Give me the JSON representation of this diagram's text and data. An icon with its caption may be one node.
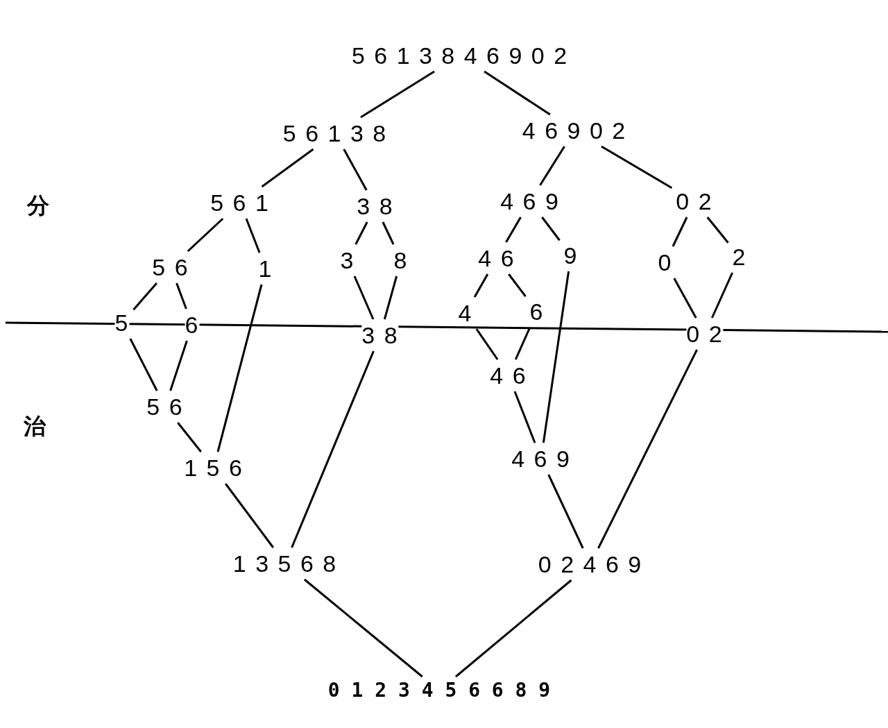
{
  "diagram": {
    "nodes": [
      {
        "text": [
          "5 6 1 3 8 4 6 9 0 2"
        ]
      },
      {
        "text": [
          "5 6 1 3 8"
        ]
      },
      {
        "text": [
          "4 6 9 0 2"
        ]
      },
      {
        "text": [
          "5 6 1"
        ]
      },
      {
        "text": [
          "3 8"
        ]
      },
      {
        "text": [
          "4 6 9"
        ]
      },
      {
        "text": [
          "0 2"
        ]
      },
      {
        "text": [
          "5 6"
        ]
      },
      {
        "text": [
          "1"
        ]
      },
      {
        "text": [
          "3"
        ]
      },
      {
        "text": [
          "8"
        ]
      },
      {
        "text": [
          "4 6"
        ]
      },
      {
        "text": [
          "9"
        ]
      },
      {
        "text": [
          "0"
        ]
      },
      {
        "text": [
          "2"
        ]
      },
      {
        "text": [
          "5"
        ]
      },
      {
        "text": [
          "6"
        ]
      },
      {
        "text": [
          "4"
        ]
      },
      {
        "text": [
          "6"
        ]
      },
      {
        "text": [
          "3 8"
        ]
      },
      {
        "text": [
          "0 2"
        ]
      },
      {
        "text": [
          "5 6"
        ]
      },
      {
        "text": [
          "4 6"
        ]
      },
      {
        "text": [
          "1 5 6"
        ]
      },
      {
        "text": [
          "4 6 9"
        ]
      },
      {
        "text": [
          "1 3 5 6 8"
        ]
      },
      {
        "text": [
          "0 2 4 6 9"
        ]
      },
      {
        "text": [
          "0 1 2 3 4 5 6 6 8 9"
        ]
      }
    ],
    "edges": [
      {
        "from": 0,
        "to": 1,
        "arrow": "none"
      },
      {
        "from": 0,
        "to": 2,
        "arrow": "none"
      },
      {
        "from": 1,
        "to": 3,
        "arrow": "none"
      },
      {
        "from": 1,
        "to": 4,
        "arrow": "none"
      },
      {
        "from": 2,
        "to": 5,
        "arrow": "none"
      },
      {
        "from": 2,
        "to": 6,
        "arrow": "none"
      },
      {
        "from": 3,
        "to": 7,
        "arrow": "none"
      },
      {
        "from": 3,
        "to": 8,
        "arrow": "none"
      },
      {
        "from": 4,
        "to": 9,
        "arrow": "none"
      },
      {
        "from": 4,
        "to": 10,
        "arrow": "none"
      },
      {
        "from": 5,
        "to": 11,
        "arrow": "none"
      },
      {
        "from": 5,
        "to": 12,
        "arrow": "none"
      },
      {
        "from": 6,
        "to": 13,
        "arrow": "none"
      },
      {
        "from": 6,
        "to": 14,
        "arrow": "none"
      },
      {
        "from": 7,
        "to": 15,
        "arrow": "none"
      },
      {
        "from": 7,
        "to": 16,
        "arrow": "none"
      },
      {
        "from": 11,
        "to": 17,
        "arrow": "none"
      },
      {
        "from": 11,
        "to": 18,
        "arrow": "none"
      },
      {
        "from": 9,
        "to": 19,
        "arrow": "none"
      },
      {
        "from": 10,
        "to": 19,
        "arrow": "none"
      },
      {
        "from": 13,
        "to": 20,
        "arrow": "none"
      },
      {
        "from": 14,
        "to": 20,
        "arrow": "none"
      },
      {
        "from": 15,
        "to": 21,
        "arrow": "none"
      },
      {
        "from": 16,
        "to": 21,
        "arrow": "none"
      },
      {
        "from": 17,
        "to": 22,
        "arrow": "none"
      },
      {
        "from": 18,
        "to": 22,
        "arrow": "none"
      },
      {
        "from": 21,
        "to": 23,
        "arrow": "none"
      },
      {
        "from": 8,
        "to": 23,
        "arrow": "none"
      },
      {
        "from": 22,
        "to": 24,
        "arrow": "none"
      },
      {
        "from": 12,
        "to": 24,
        "arrow": "none"
      },
      {
        "from": 23,
        "to": 25,
        "arrow": "none"
      },
      {
        "from": 19,
        "to": 25,
        "arrow": "none"
      },
      {
        "from": 24,
        "to": 26,
        "arrow": "none"
      },
      {
        "from": 20,
        "to": 26,
        "arrow": "none"
      },
      {
        "from": 25,
        "to": 27,
        "arrow": "none"
      },
      {
        "from": 26,
        "to": 27,
        "arrow": "none"
      }
    ],
    "labels": [
      "分",
      "治"
    ]
  }
}
